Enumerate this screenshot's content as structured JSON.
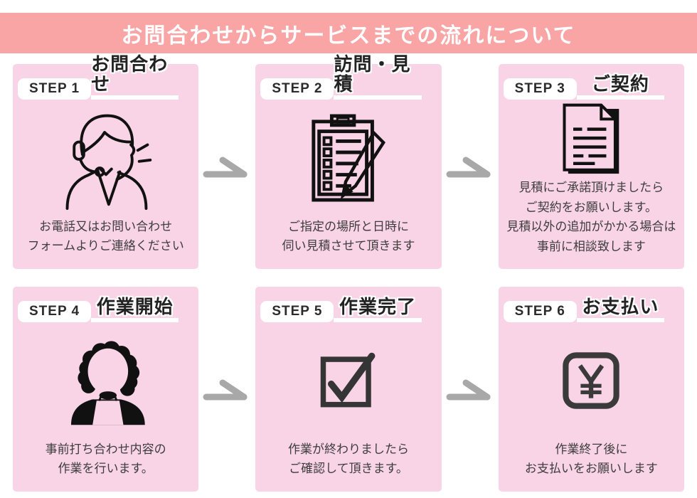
{
  "header": {
    "title": "お問合わせからサービスまでの流れについて"
  },
  "colors": {
    "header_bg": "#f9a5a5",
    "card_bg": "#f9d4e6",
    "step_box_bg": "#ffffff",
    "title_text": "#222222",
    "body_text": "#3d3d3d",
    "arrow": "#a8a8a8",
    "icon_line": "#111111",
    "icon_dark_gray": "#3a3a3a"
  },
  "cards": [
    {
      "step": "STEP 1",
      "title": "お問合わせ",
      "icon": "call-center-icon",
      "description": "お電話又はお問い合わせ\nフォームよりご連絡ください"
    },
    {
      "step": "STEP 2",
      "title": "訪問・見積",
      "icon": "clipboard-checklist-icon",
      "description": "ご指定の場所と日時に\n伺い見積させて頂きます"
    },
    {
      "step": "STEP 3",
      "title": "ご契約",
      "icon": "contract-document-icon",
      "description": "見積にご承諾頂けましたら\nご契約をお願いします。\n見積以外の追加がかかる場合は\n事前に相談致します"
    },
    {
      "step": "STEP 4",
      "title": "作業開始",
      "icon": "housekeeper-icon",
      "description": "事前打ち合わせ内容の\n作業を行います。"
    },
    {
      "step": "STEP 5",
      "title": "作業完了",
      "icon": "checkbox-checked-icon",
      "description": "作業が終わりましたら\nご確認して頂きます。"
    },
    {
      "step": "STEP 6",
      "title": "お支払い",
      "icon": "yen-payment-icon",
      "description": "作業終了後に\nお支払いをお願いします"
    }
  ]
}
